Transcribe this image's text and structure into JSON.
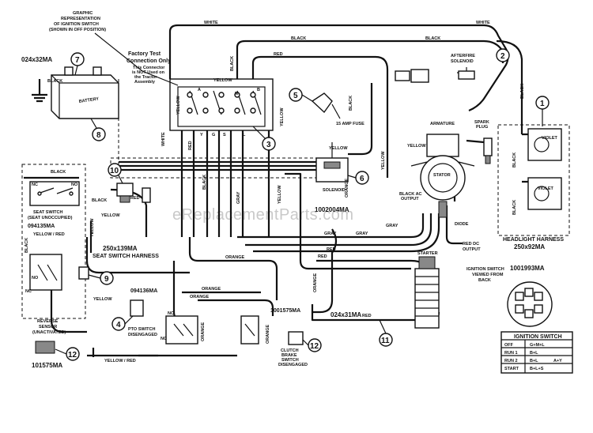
{
  "watermark": "eReplacementParts.com",
  "wire_colors": {
    "white": "WHITE",
    "black": "BLACK",
    "red": "RED",
    "yellow": "YELLOW",
    "gray": "GRAY",
    "orange": "ORANGE",
    "violet": "VIOLET",
    "yellow_red": "YELLOW / RED"
  },
  "ignition_graphic": {
    "line1": "GRAPHIC",
    "line2": "REPRESENTATION",
    "line3": "OF IGNITION SWITCH",
    "line4": "(SHOWN IN OFF POSITION)",
    "terminals": [
      "A",
      "B",
      "Y",
      "S",
      "L",
      "M",
      "G"
    ]
  },
  "factory_test": {
    "title1": "Factory Test",
    "title2": "Connection Only",
    "note1": "This Connector",
    "note2": "is NOT Used on",
    "note3": "the Tractor",
    "note4": "Assembly"
  },
  "parts": {
    "battery_pn": "024x32MA",
    "battery_label": "BATTERY",
    "fuse_label": "15 AMP FUSE",
    "afterfire_label1": "AFTERFIRE",
    "afterfire_label2": "SOLENOID",
    "spark_plug1": "SPARK",
    "spark_plug2": "PLUG",
    "armature": "ARMATURE",
    "stator": "STATOR",
    "black_ac_output1": "BLACK AC",
    "black_ac_output2": "OUTPUT",
    "diode": "DIODE",
    "red_dc_output1": "RED DC",
    "red_dc_output2": "OUTPUT",
    "solenoid": "SOLENOID",
    "solenoid_pn": "1002004MA",
    "seat_switch1": "SEAT SWITCH",
    "seat_switch2": "(SEAT UNOCCUPIED)",
    "seat_switch_pn": "094135MA",
    "seat_harness_pn": "250x139MA",
    "seat_harness_label": "SEAT SWITCH HARNESS",
    "pto_pn": "094136MA",
    "pto_label1": "PTO SWITCH",
    "pto_label2": "DISENGAGED",
    "clutch_pn": "1001575MA",
    "clutch_label1": "CLUTCH",
    "clutch_label2": "BRAKE",
    "clutch_label3": "SWITCH",
    "clutch_label4": "DISENGAGED",
    "reverse1": "REVERSE",
    "reverse2": "SENSOR",
    "reverse3": "(UNACTIVATED)",
    "reverse_pn": "101575MA",
    "starter": "STARTER",
    "starter_cable_pn": "024x31MA",
    "headlight_harness": "HEADLIGHT HARNESS",
    "headlight_pn": "250x92MA",
    "ign_switch_pn": "1001993MA",
    "ign_switch_view1": "IGNITION SWITCH",
    "ign_switch_view2": "VIEWED FROM",
    "ign_switch_view3": "BACK",
    "nc": "NC",
    "no": "NO"
  },
  "callouts": [
    "1",
    "2",
    "3",
    "4",
    "5",
    "6",
    "7",
    "8",
    "9",
    "10",
    "11",
    "12",
    "12"
  ],
  "ignition_table": {
    "title": "IGNITION SWITCH",
    "rows": [
      {
        "pos": "OFF",
        "circuit": "G+M+L"
      },
      {
        "pos": "RUN 1",
        "circuit": "B+L"
      },
      {
        "pos": "RUN 2",
        "circuit": "B+L",
        "extra": "A+Y"
      },
      {
        "pos": "START",
        "circuit": "B+L+S"
      }
    ]
  }
}
